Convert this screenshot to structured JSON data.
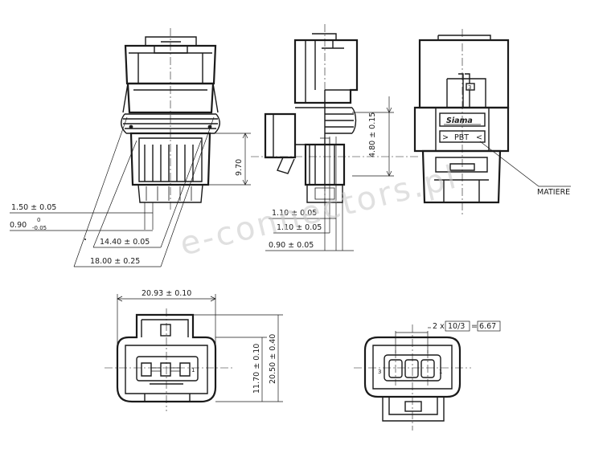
{
  "watermark": "e-connectors.pl",
  "dimensions": {
    "d150": "1.50 ± 0.05",
    "d090a_main": "0.90",
    "d090a_upper": "0",
    "d090a_lower": "-0.05",
    "d1440": "14.40 ± 0.05",
    "d1800": "18.00 ± 0.25",
    "d970": "9.70",
    "d480": "4.80 ± 0.15",
    "d110": "1.10 ± 0.05",
    "d110b": "1.10 ± 0.05",
    "d090b": "0.90 ± 0.05",
    "d2093": "20.93 ± 0.10",
    "d1170": "11.70 ± 0.10",
    "d2050": "20.50 ± 0.40",
    "pitch_count": "2 x",
    "pitch_value": "10/3",
    "pitch_result": "6.67"
  },
  "labels": {
    "brand": "Siama",
    "material": "PBT",
    "material_prefix": ">",
    "material_suffix": "<",
    "matiere": "MATIERE",
    "pin1_front": "1",
    "pin1_rear": "1",
    "pin3_rear": "3",
    "pin3_side": "3"
  }
}
